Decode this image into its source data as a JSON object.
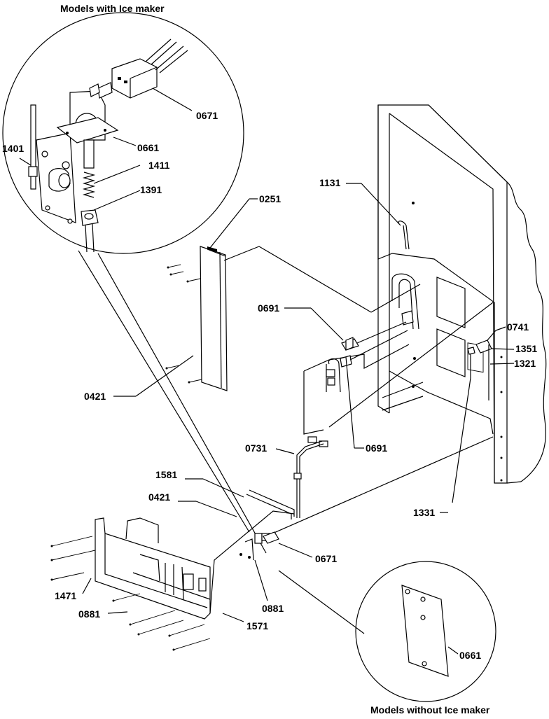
{
  "captions": {
    "with_ice_maker": "Models with Ice maker",
    "without_ice_maker": "Models without Ice maker"
  },
  "parts": {
    "p0671_top": "0671",
    "p0661_top": "0661",
    "p1401": "1401",
    "p1411": "1411",
    "p1391": "1391",
    "p1131": "1131",
    "p0251": "0251",
    "p0691_a": "0691",
    "p0741": "0741",
    "p1351": "1351",
    "p1321": "1321",
    "p0421_a": "0421",
    "p0691_b": "0691",
    "p0731": "0731",
    "p1581": "1581",
    "p0421_b": "0421",
    "p1331": "1331",
    "p0671_b": "0671",
    "p1471": "1471",
    "p0881_a": "0881",
    "p0881_b": "0881",
    "p1571": "1571",
    "p0661_b": "0661"
  }
}
